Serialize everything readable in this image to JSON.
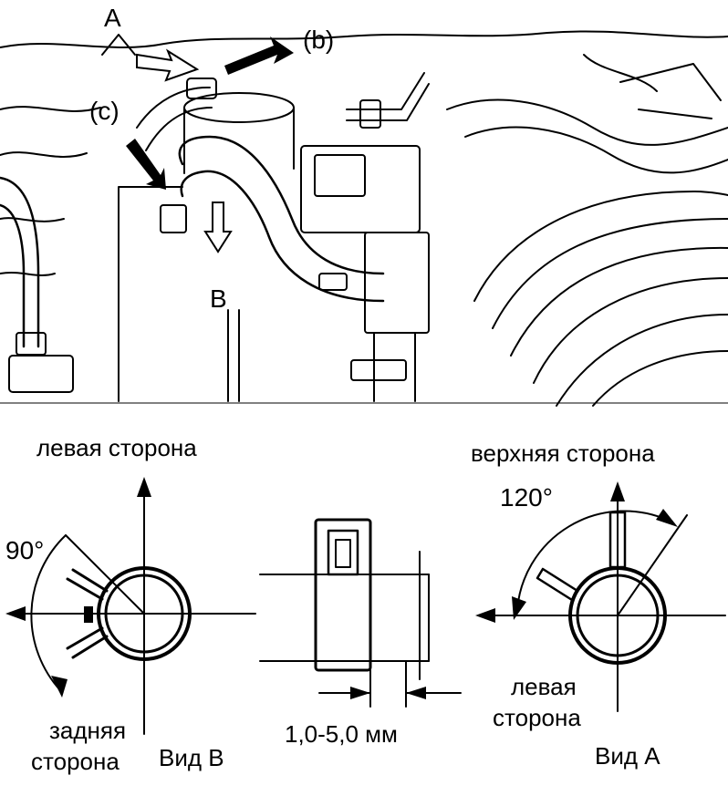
{
  "engine_view": {
    "label_a": "A",
    "label_b": "B",
    "label_b_arrow": "(b)",
    "label_c_arrow": "(c)"
  },
  "view_b": {
    "top_label": "левая сторона",
    "angle_label": "90°",
    "bottom_label_line1": "задняя",
    "bottom_label_line2": "сторона",
    "view_label": "Вид В"
  },
  "clamp_position": {
    "dimension_label": "1,0-5,0 мм"
  },
  "view_a": {
    "top_label": "верхняя сторона",
    "angle_label": "120°",
    "side_label_line1": "левая",
    "side_label_line2": "сторона",
    "view_label": "Вид А"
  },
  "colors": {
    "ink": "#000000",
    "background": "#ffffff"
  }
}
